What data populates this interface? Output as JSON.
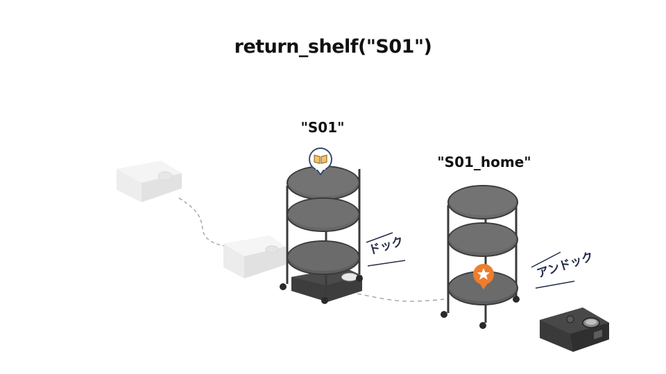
{
  "title": "return_shelf(\"S01\")",
  "shelf_label": "\"S01\"",
  "home_label": "\"S01_home\"",
  "dock_label": "ドック",
  "undock_label": "アンドック",
  "icons": {
    "shelf_marker": "book-icon",
    "home_marker": "star-icon"
  },
  "colors": {
    "shelf_body": "#5f5f5f",
    "robot_dark": "#3d3d3d",
    "robot_ghost": "#e7e7e7",
    "marker_orange": "#ee7d2c",
    "path_dash": "#9aa3b3",
    "text_dark": "#222c48"
  }
}
